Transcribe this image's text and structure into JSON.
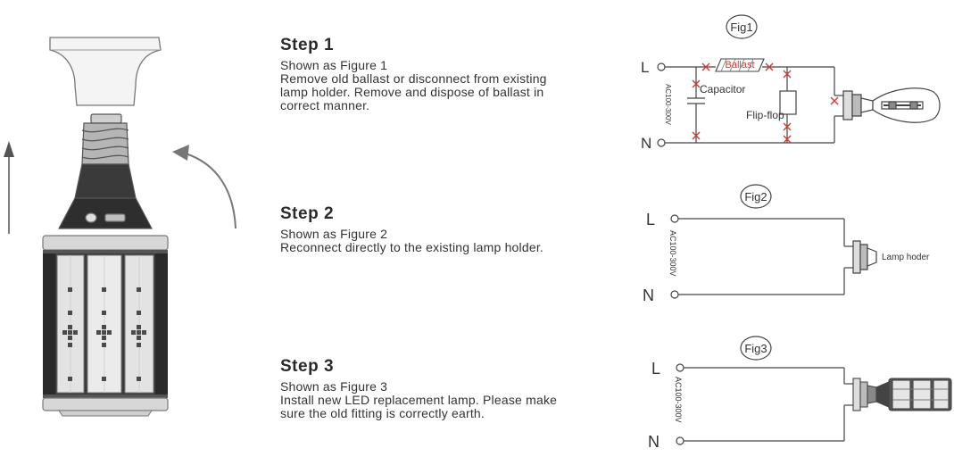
{
  "steps": [
    {
      "title": "Step 1",
      "subtitle": "Shown as Figure 1",
      "lines": [
        "Remove old ballast or disconnect from existing",
        "lamp holder. Remove and dispose of ballast in",
        "correct manner."
      ]
    },
    {
      "title": "Step 2",
      "subtitle": "Shown as Figure 2",
      "lines": [
        "Reconnect directly to the existing lamp holder."
      ]
    },
    {
      "title": "Step 3",
      "subtitle": "Shown as Figure 3",
      "lines": [
        "Install new LED replacement lamp. Please make",
        "sure the old fitting is correctly earth."
      ]
    }
  ],
  "figures": {
    "fig1": {
      "label": "Fig1",
      "terminal_l": "L",
      "terminal_n": "N",
      "voltage": "AC100-300V",
      "ballast": "Ballast",
      "capacitor": "Capacitor",
      "flipflop": "Flip-flop"
    },
    "fig2": {
      "label": "Fig2",
      "terminal_l": "L",
      "terminal_n": "N",
      "voltage": "AC100-300V",
      "lamp_holder": "Lamp hoder"
    },
    "fig3": {
      "label": "Fig3",
      "terminal_l": "L",
      "terminal_n": "N",
      "voltage": "AC100-300V"
    }
  },
  "colors": {
    "line": "#444444",
    "cross": "#d23b3b",
    "ballast_text": "#d23b3b"
  }
}
